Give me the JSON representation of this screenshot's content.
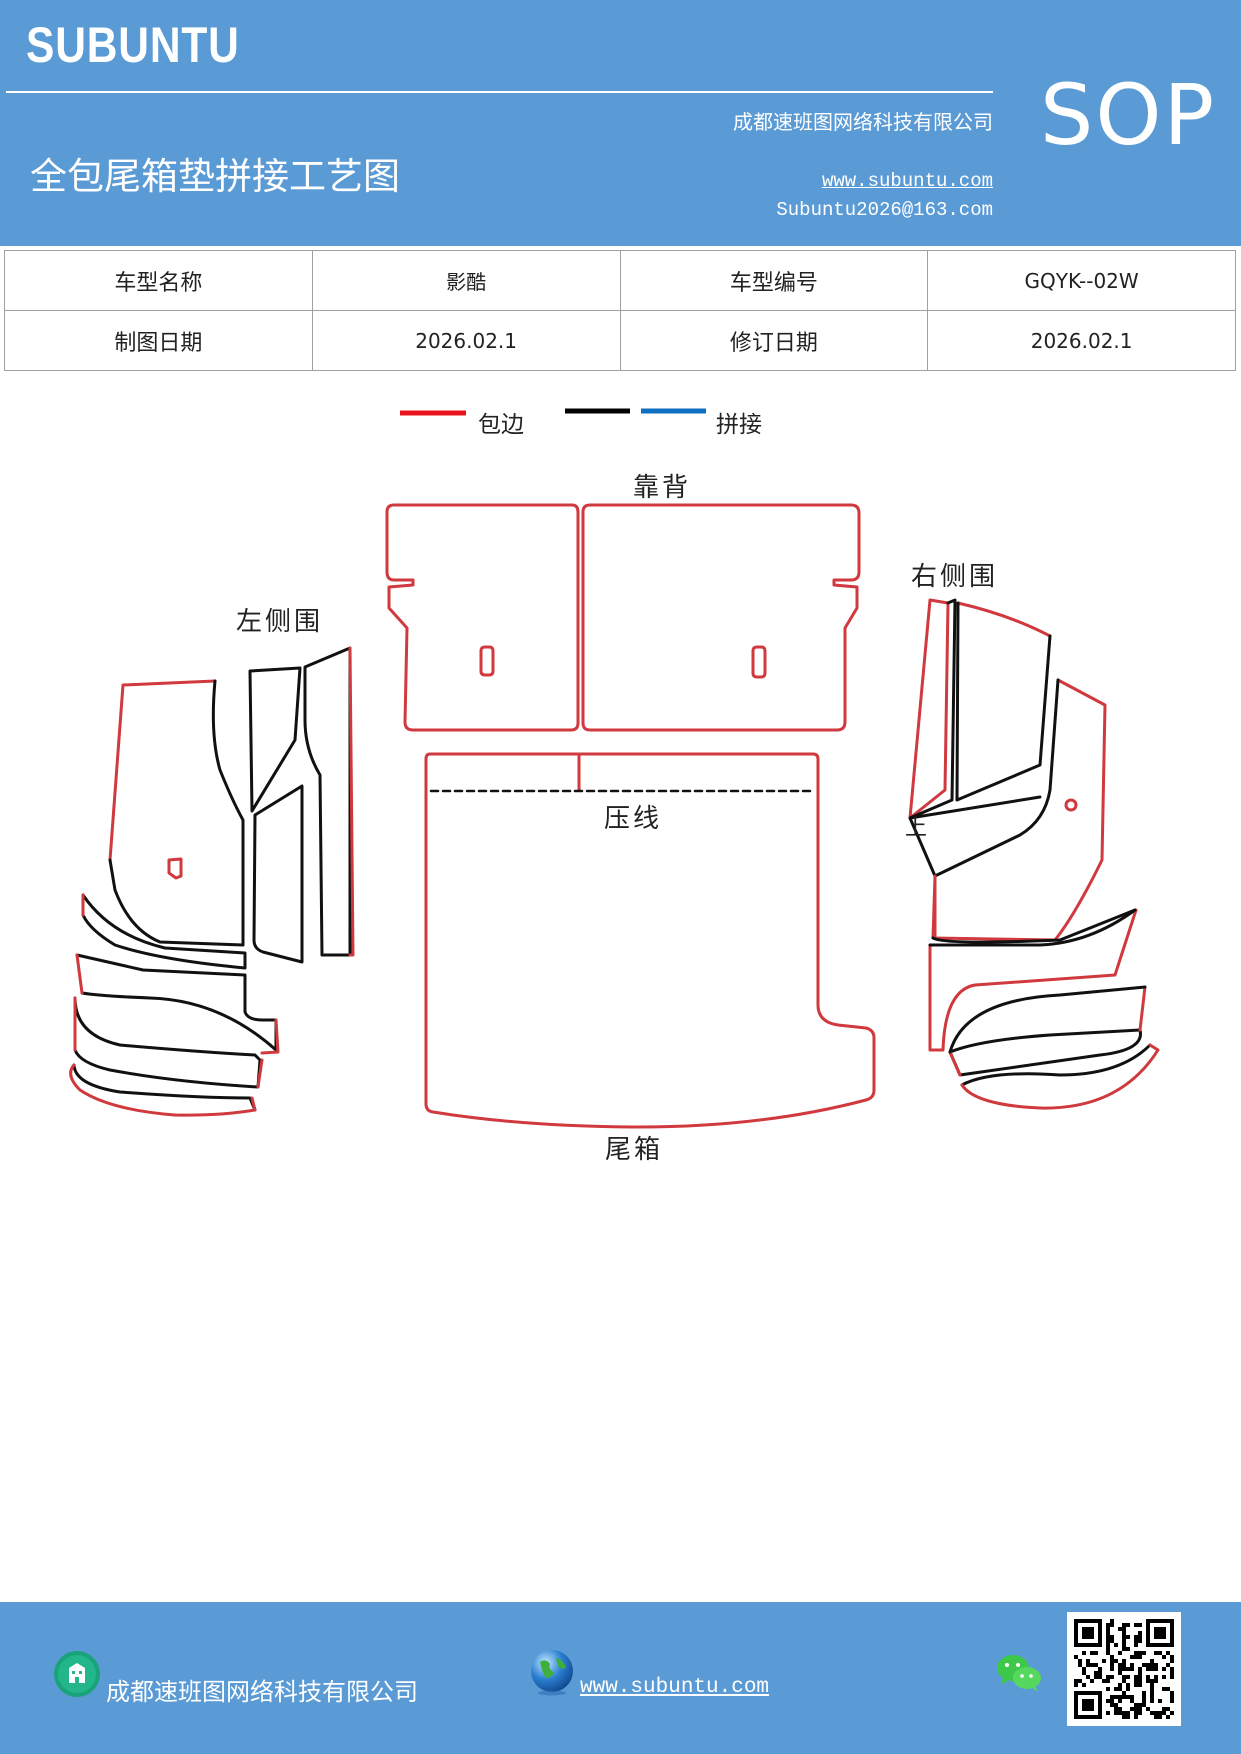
{
  "header": {
    "brand": "SUBUNTU",
    "company": "成都速班图网络科技有限公司",
    "title": "全包尾箱垫拼接工艺图",
    "website": "www.subuntu.com",
    "email": "Subuntu2026@163.com",
    "badge": "SOP"
  },
  "info_table": {
    "rows": [
      [
        {
          "text": "车型名称"
        },
        {
          "text": "影酷"
        },
        {
          "text": "车型编号"
        },
        {
          "text": "GQYK--02W"
        }
      ],
      [
        {
          "text": "制图日期"
        },
        {
          "text": "2026.02.1"
        },
        {
          "text": "修订日期"
        },
        {
          "text": "2026.02.1"
        }
      ]
    ]
  },
  "legend": {
    "items": [
      {
        "label": "包边",
        "color": "#e8141b"
      },
      {
        "label": "",
        "color": "#000000"
      },
      {
        "label": "拼接",
        "color": "#0f6fc0"
      }
    ]
  },
  "diagram": {
    "labels": {
      "backrest": "靠背",
      "left_side": "左侧围",
      "right_side": "右侧围",
      "press_line": "压线",
      "trunk": "尾箱",
      "small_mark": "上"
    },
    "colors": {
      "edge": "#d0393e",
      "seam": "#111111"
    }
  },
  "footer": {
    "company": "成都速班图网络科技有限公司",
    "website": "www.subuntu.com"
  },
  "icons": [
    "building-icon",
    "globe-icon",
    "wechat-icon",
    "qr-code"
  ]
}
